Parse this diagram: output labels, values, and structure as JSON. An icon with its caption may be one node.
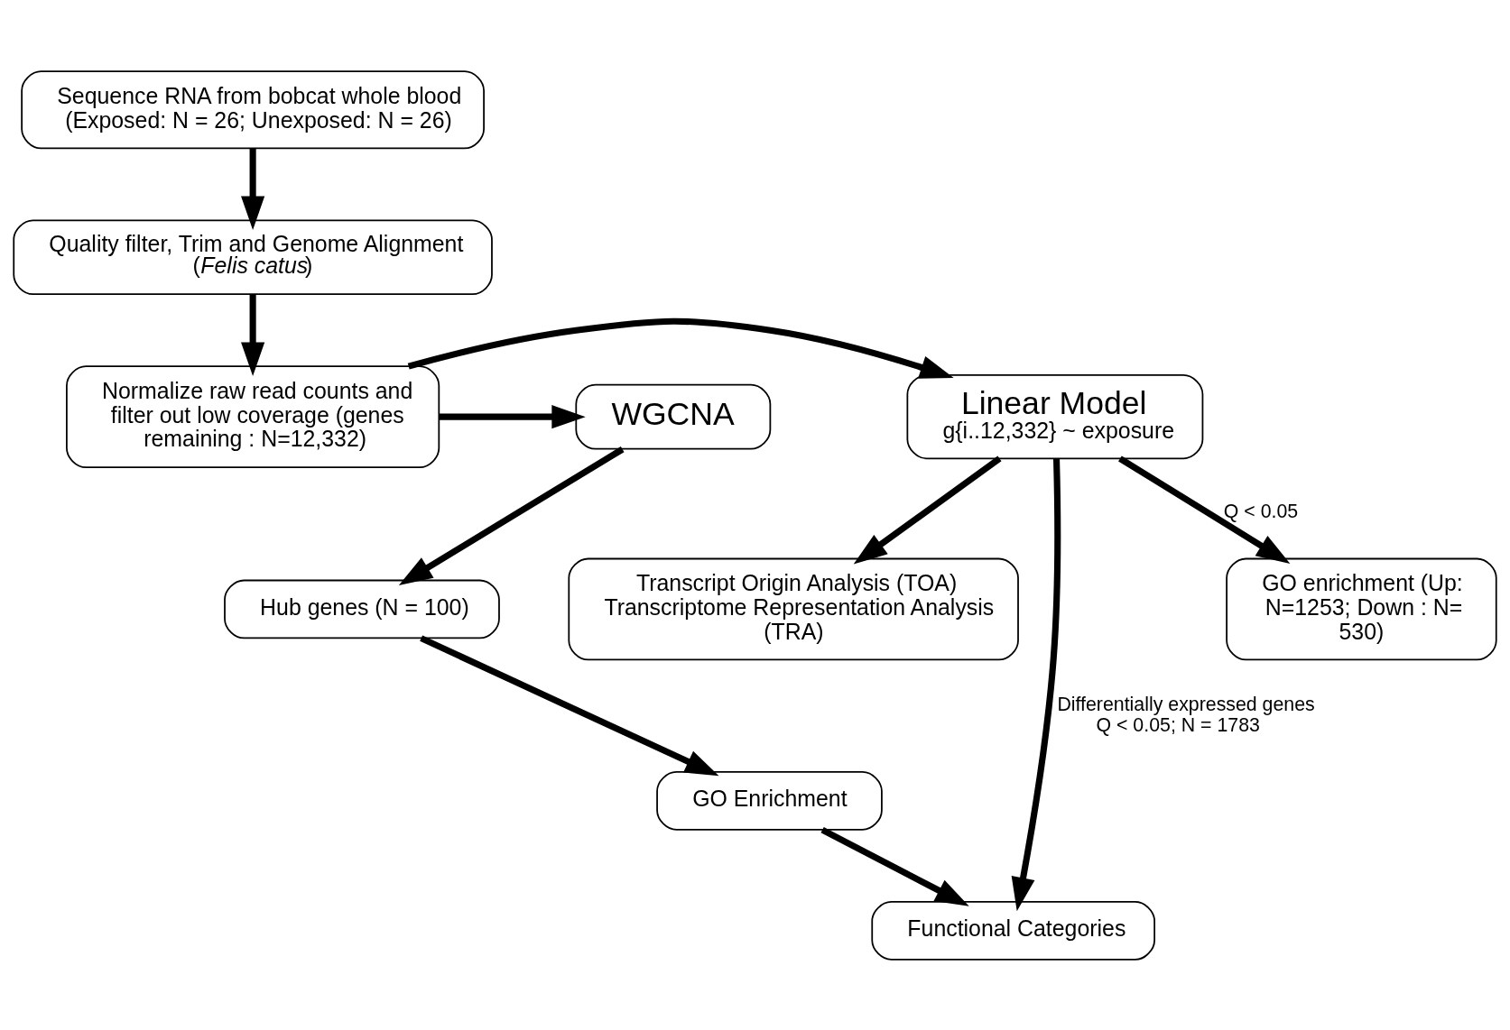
{
  "diagram": {
    "nodes": [
      {
        "text": [
          "Sequence RNA from bobcat whole blood (Exposed: N = 26; Unexposed: N = 26)"
        ]
      },
      {
        "text": [
          "Quality filter, Trim and Genome Alignment (*Felis catus*)"
        ]
      },
      {
        "text": [
          "Normalize raw read counts and filter out low coverage (genes remaining : N=12,332)"
        ]
      },
      {
        "text": [
          "Linear Model",
          "g{i..12,332} ~ exposure"
        ]
      },
      {
        "text": [
          "WGCNA"
        ]
      },
      {
        "text": [
          "GO enrichment (Up: N=1253; Down : N= 530)"
        ]
      },
      {
        "text": [
          "Transcript Origin Analysis (TOA) Transcriptome Representation Analysis (TRA)"
        ]
      },
      {
        "text": [
          "Hub genes (N = 100)"
        ]
      },
      {
        "text": [
          "GO Enrichment"
        ]
      },
      {
        "text": [
          "Functional Categories"
        ]
      }
    ],
    "edges": [
      {
        "from": 0,
        "to": 1,
        "arrow": "to"
      },
      {
        "from": 1,
        "to": 2,
        "arrow": "to"
      },
      {
        "from": 2,
        "to": 3,
        "arrow": "to"
      },
      {
        "from": 2,
        "to": 4,
        "arrow": "to"
      },
      {
        "from": 3,
        "to": 5,
        "arrow": "to",
        "label": "Q < 0.05"
      },
      {
        "from": 3,
        "to": 6,
        "arrow": "to"
      },
      {
        "from": 3,
        "to": 9,
        "arrow": "to",
        "label": "Differentially expressed genes Q < 0.05; N = 1783"
      },
      {
        "from": 4,
        "to": 7,
        "arrow": "to"
      },
      {
        "from": 7,
        "to": 8,
        "arrow": "to"
      },
      {
        "from": 8,
        "to": 9,
        "arrow": "to"
      }
    ]
  }
}
